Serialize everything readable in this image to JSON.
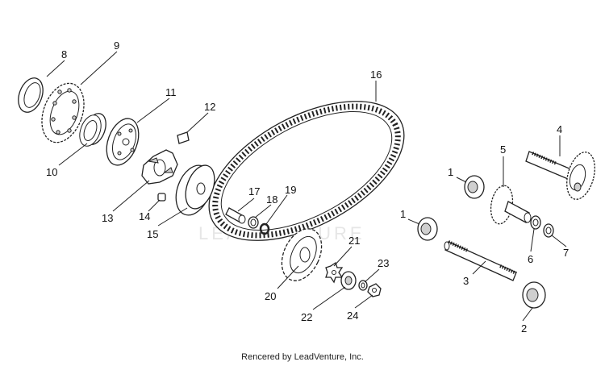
{
  "diagram": {
    "watermark_text": "LEADVENTURE",
    "callouts": [
      {
        "id": "c1a",
        "label": "1"
      },
      {
        "id": "c1b",
        "label": "1"
      },
      {
        "id": "c2",
        "label": "2"
      },
      {
        "id": "c3",
        "label": "3"
      },
      {
        "id": "c4",
        "label": "4"
      },
      {
        "id": "c5",
        "label": "5"
      },
      {
        "id": "c6",
        "label": "6"
      },
      {
        "id": "c7",
        "label": "7"
      },
      {
        "id": "c8",
        "label": "8"
      },
      {
        "id": "c9",
        "label": "9"
      },
      {
        "id": "c10",
        "label": "10"
      },
      {
        "id": "c11",
        "label": "11"
      },
      {
        "id": "c12",
        "label": "12"
      },
      {
        "id": "c13",
        "label": "13"
      },
      {
        "id": "c14",
        "label": "14"
      },
      {
        "id": "c15",
        "label": "15"
      },
      {
        "id": "c16",
        "label": "16"
      },
      {
        "id": "c17",
        "label": "17"
      },
      {
        "id": "c18",
        "label": "18"
      },
      {
        "id": "c19",
        "label": "19"
      },
      {
        "id": "c20",
        "label": "20"
      },
      {
        "id": "c21",
        "label": "21"
      },
      {
        "id": "c22",
        "label": "22"
      },
      {
        "id": "c23",
        "label": "23"
      },
      {
        "id": "c24",
        "label": "24"
      }
    ]
  },
  "footer": {
    "credit": "Rencered by LeadVenture, Inc."
  }
}
